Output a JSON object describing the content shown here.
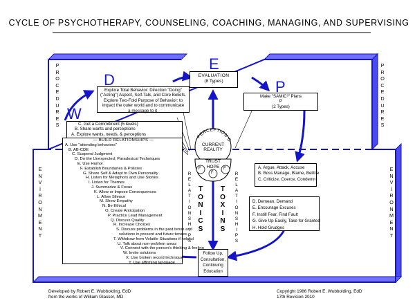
{
  "title": "CYCLE OF PSYCHOTHERAPY, COUNSELING, COACHING, MANAGING, AND SUPERVISING",
  "letters": {
    "e": "E",
    "d": "D",
    "p": "P",
    "w": "W"
  },
  "side_labels": {
    "procedures": [
      "P",
      "R",
      "O",
      "C",
      "E",
      "D",
      "U",
      "R",
      "E",
      "S"
    ],
    "environment": [
      "E",
      "N",
      "V",
      "I",
      "R",
      "O",
      "N",
      "M",
      "E",
      "N",
      "T"
    ],
    "relationships": [
      "R",
      "E",
      "L",
      "A",
      "T",
      "I",
      "O",
      "N",
      "S",
      "H",
      "I",
      "P",
      "S"
    ],
    "tonics": [
      "T",
      "O",
      "N",
      "I",
      "C",
      "S"
    ],
    "toxins": [
      "T",
      "O",
      "X",
      "I",
      "N",
      "S"
    ]
  },
  "evaluation": {
    "title": "EVALUATION",
    "subtitle": "(8 Types)"
  },
  "d_box": {
    "lines": [
      "Explore Total Behavior: Direction \"Doing\"",
      "(\"Acting\") Aspect, Self-Talk, and Core Beliefs.",
      "Explore Two-Fold Purpose of Behavior: to",
      "impact the outer world and to communicate",
      "a message to it."
    ]
  },
  "p_box": {
    "lines": [
      "Make \"SAMIC³\" Plans",
      "P",
      "(2 Types)"
    ]
  },
  "w_box": {
    "lines": [
      "C. Get a Commitment (5 levels)",
      "B. Share wants and perceptions",
      "A. Explore wants, needs, & perceptions"
    ]
  },
  "build_box": {
    "header": "BUILD RELATIONSHIPS",
    "items": [
      "A. Use \"attending behaviors\"",
      "B. AB-CDE",
      "C. Suspend Judgment",
      "D. Do the Unexpected; Paradoxical Techniques",
      "E. Use Humor",
      "F. Establish Boundaries & Policies",
      "G. Share Self & Adapt to Own Personality",
      "H. Listen for Metaphors and Use Stories",
      "I. Listen for Themes",
      "J. Summarize & Focus",
      "K. Allow or Impose Consequences",
      "L. Allow Silence",
      "M. Show Empathy",
      "N. Be Ethical",
      "O. Create Anticipation",
      "P. Practice Lead Management",
      "Q. Discuss Quality",
      "R. Increase Choices",
      "S. Discuss problems in the past tense and",
      "solutions in present and future tenses.",
      "T. Withdraw from Volatile Situations if helpful",
      "U. Talk about non-problem areas",
      "V. Connect with the person's thinking & feeling",
      "W. Invite solutions",
      "X. Use broken record technique",
      "Y. Use affirming language"
    ]
  },
  "perception": {
    "arc_text": "PERCEPTION OF",
    "line2": "CURRENT",
    "line3": "REALITY"
  },
  "trust": {
    "line1": "TRUST",
    "line2": "HOPE",
    "f": "F"
  },
  "toxins_box1": {
    "lines": [
      "A. Argue, Attack, Accuse",
      "B. Boss Manage, Blame, Belittle",
      "C. Criticize, Coerce, Condemn"
    ]
  },
  "toxins_box2": {
    "lines": [
      "D. Demean, Demand",
      "E. Encourage Excuses",
      "F. Instill Fear, Find Fault",
      "G. Give Up Easily, Take for Granted",
      "H. Hold Grudges"
    ]
  },
  "followup": {
    "lines": [
      "Follow Up,",
      "Consultation,",
      "Continuing",
      "Education"
    ]
  },
  "footer": {
    "left1": "Developed by Robert E. Wubbolding, EdD",
    "left2": "from the works of William Glasser, MD",
    "right1": "Copyright 1986 Robert E. Wubbolding, EdD",
    "right2": "17th Revision 2010"
  }
}
